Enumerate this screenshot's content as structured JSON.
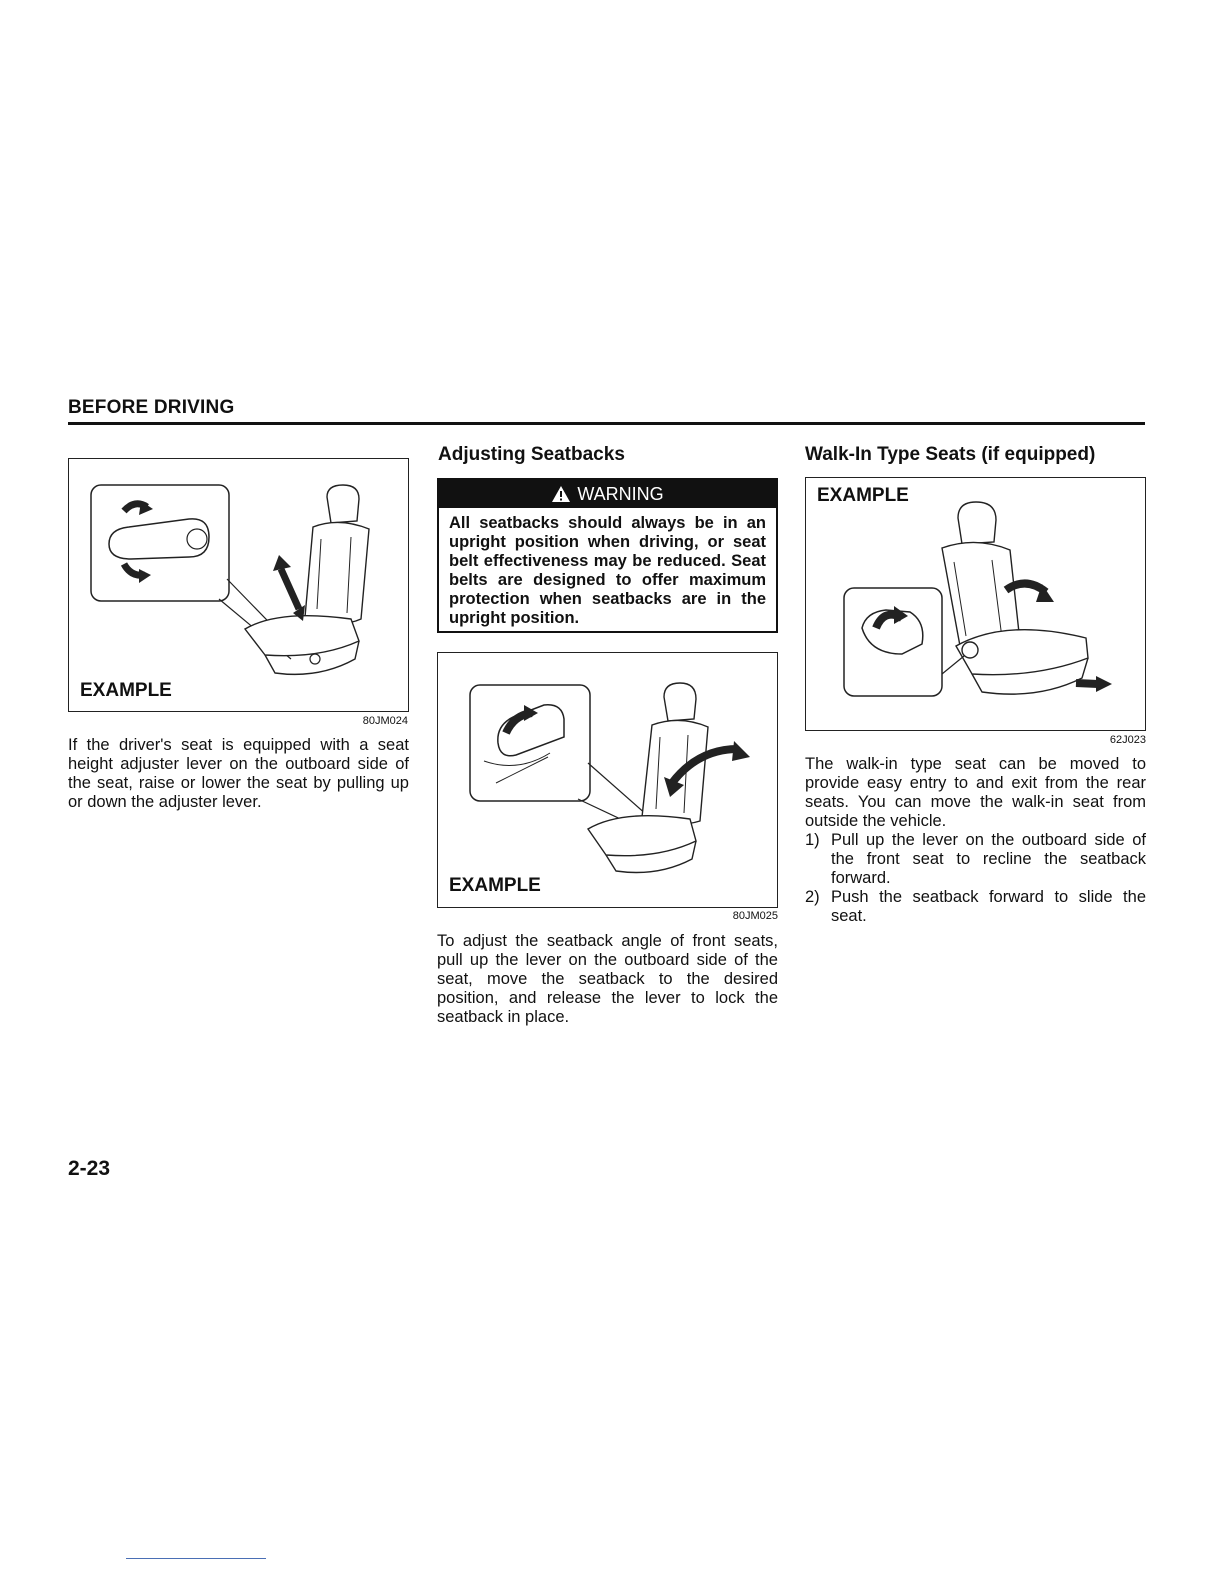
{
  "header": {
    "section_title": "BEFORE DRIVING"
  },
  "left_column": {
    "figure": {
      "label": "EXAMPLE",
      "code": "80JM024"
    },
    "paragraph": "If the driver's seat is equipped with a seat height adjuster lever on the outboard side of the seat, raise or lower the seat by pulling up or down the adjuster lever."
  },
  "middle_column": {
    "title": "Adjusting Seatbacks",
    "warning": {
      "heading": "WARNING",
      "text": "All seatbacks should always be in an upright position when driving, or seat belt effectiveness may be reduced. Seat belts are designed to offer maximum protection when seatbacks are in the upright position."
    },
    "figure": {
      "label": "EXAMPLE",
      "code": "80JM025"
    },
    "paragraph": "To adjust the seatback angle of front seats, pull up the lever on the outboard side of the seat, move the seatback to the desired position, and release the lever to lock the seatback in place."
  },
  "right_column": {
    "title": "Walk-In Type Seats (if equipped)",
    "figure": {
      "label": "EXAMPLE",
      "code": "62J023"
    },
    "paragraph": "The walk-in type seat can be moved to provide easy entry to and exit from the rear seats. You can move the walk-in seat from outside the vehicle.",
    "steps": [
      {
        "num": "1)",
        "text": "Pull up the lever on the outboard side of the front seat to recline the seatback forward."
      },
      {
        "num": "2)",
        "text": "Push the seatback forward to slide the seat."
      }
    ]
  },
  "footer": {
    "page_number": "2-23"
  },
  "icons": {
    "warning": "warning-triangle-icon"
  }
}
